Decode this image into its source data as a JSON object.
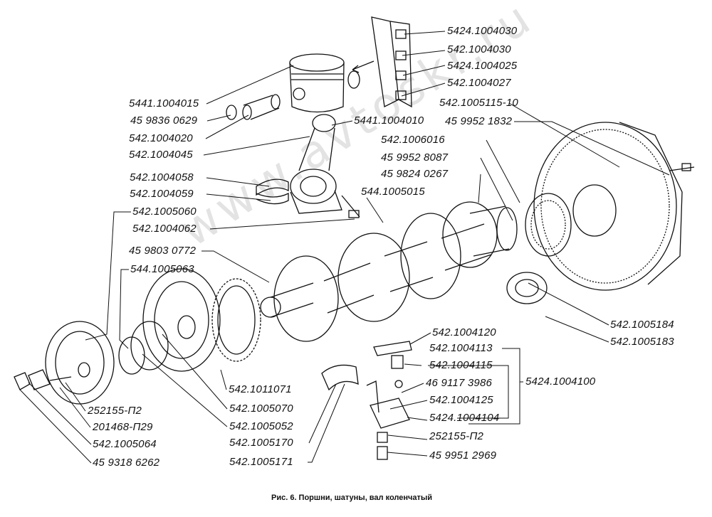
{
  "watermark": "www.avtoskr.ru",
  "caption": "Рис. 6. Поршни, шатуны, вал коленчатый",
  "labels": [
    "5424.1004030",
    "542.1004030",
    "5424.1004025",
    "542.1004027",
    "542.1005115-10",
    "45 9952 1832",
    "5441.1004015",
    "45 9836 0629",
    "542.1004020",
    "5441.1004010",
    "542.1004045",
    "542.1006016",
    "45 9952 8087",
    "542.1004058",
    "45 9824 0267",
    "542.1004059",
    "544.1005015",
    "542.1005060",
    "542.1004062",
    "45 9803 0772",
    "544.1005063",
    "542.1005184",
    "542.1005183",
    "542.1004120",
    "542.1004113",
    "542.1004115",
    "46 9117 3986",
    "5424.1004100",
    "542.1004125",
    "542.1011071",
    "5424.1004104",
    "252155-П2",
    "542.1005070",
    "201468-П29",
    "542.1005052",
    "252155-П2",
    "542.1005170",
    "542.1005064",
    "45 9951 2969",
    "542.1005171",
    "45 9318 6262"
  ],
  "colors": {
    "ink": "#111111",
    "watermark": "#e3e3e3",
    "background": "#ffffff"
  }
}
